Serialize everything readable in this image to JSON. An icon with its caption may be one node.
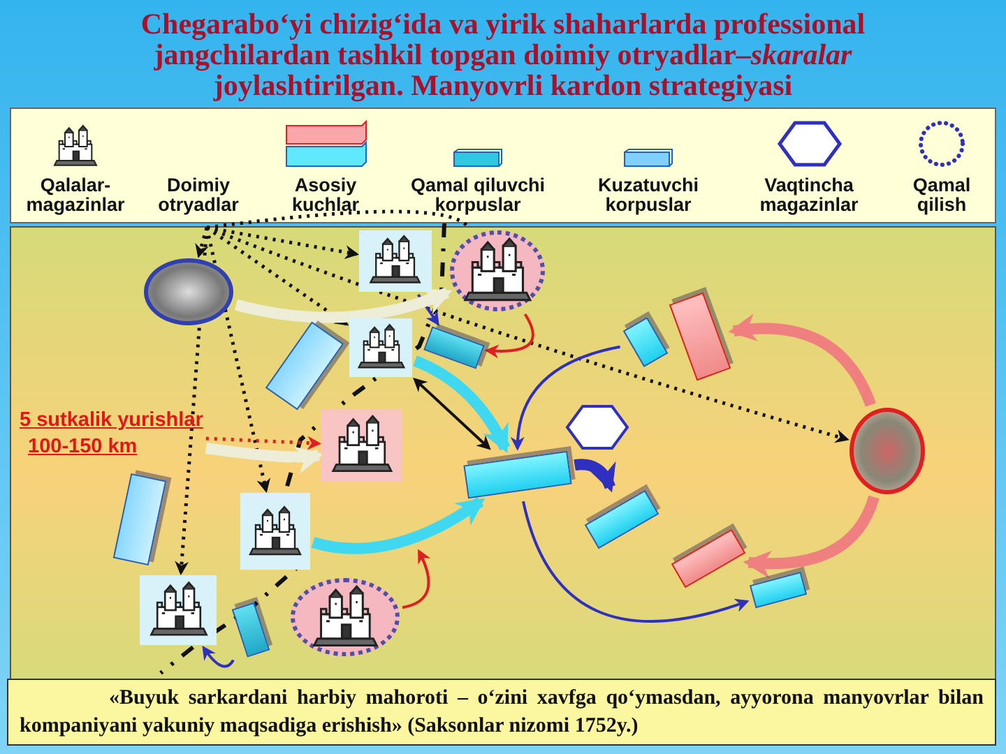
{
  "diagram": {
    "title": "Chegarabo‘yi chizig‘ida va yirik shaharlarda professional jangchilardan tashkil topgan doimiy otryadlar–*skaralar* joylashtirilgan. Manyovrli kardon strategiyasi",
    "caption": "«Buyuk sarkardani harbiy mahoroti – o‘zini xavfga qo‘ymasdan, ayyorona manyovrlar bilan kompaniyani yakuniy maqsadiga erishish» (Saksonlar nizomi 1752y.)",
    "nodes": [
      {
        "text": [],
        "shape": "picture"
      },
      {
        "text": [],
        "shape": "picture"
      },
      {
        "text": [],
        "shape": "picture"
      },
      {
        "text": [],
        "shape": "box"
      },
      {
        "text": [],
        "shape": "picture"
      },
      {
        "text": [],
        "shape": "box"
      },
      {
        "text": [],
        "shape": "box"
      },
      {
        "text": [],
        "shape": "box"
      },
      {
        "text": [
          "5 sutkalik yurishlar",
          "100-150 km"
        ]
      },
      {
        "text": [],
        "shape": "hexagon"
      },
      {
        "text": [],
        "shape": "picture"
      },
      {
        "text": [],
        "shape": "picture"
      },
      {
        "text": [],
        "shape": "box"
      },
      {
        "text": [],
        "shape": "box"
      },
      {
        "text": [],
        "shape": "picture"
      },
      {
        "text": [],
        "shape": "box"
      },
      {
        "text": [],
        "shape": "box"
      },
      {
        "text": [],
        "shape": "box"
      },
      {
        "text": [],
        "shape": "picture"
      },
      {
        "text": [],
        "shape": "picture"
      },
      {
        "text": [],
        "shape": "box"
      }
    ],
    "edges": [
      {
        "from": null,
        "to": 0,
        "arrow": "to",
        "style": "dashed"
      },
      {
        "from": null,
        "to": 1,
        "arrow": "to",
        "style": "dashed"
      },
      {
        "from": null,
        "to": 4,
        "arrow": "to",
        "style": "dashed"
      },
      {
        "from": null,
        "to": 14,
        "arrow": "to",
        "style": "dashed"
      },
      {
        "from": null,
        "to": 18,
        "arrow": "to",
        "style": "dashed"
      },
      {
        "from": null,
        "to": 2,
        "arrow": "none",
        "style": "dashed"
      },
      {
        "from": null,
        "to": 11,
        "arrow": "to",
        "style": "dashed"
      },
      {
        "from": 4,
        "to": 12,
        "arrow": "both"
      },
      {
        "from": 8,
        "to": 10,
        "arrow": "to",
        "style": "dashed",
        "color": "#e02020"
      },
      {
        "from": 2,
        "to": 5,
        "arrow": "to",
        "color": "#e02020"
      },
      {
        "from": 19,
        "to": null,
        "arrow": "to",
        "color": "#e02020"
      },
      {
        "from": 4,
        "to": 12,
        "arrow": "to",
        "style": "thick",
        "color": "#40d8f0"
      },
      {
        "from": 14,
        "to": 12,
        "arrow": "to",
        "style": "thick",
        "color": "#40d8f0"
      },
      {
        "from": 1,
        "to": 5,
        "arrow": "to",
        "color": "#3030c0"
      },
      {
        "from": 7,
        "to": 12,
        "arrow": "to",
        "color": "#3030c0"
      },
      {
        "from": 12,
        "to": 17,
        "arrow": "to",
        "color": "#3030c0"
      },
      {
        "from": 20,
        "to": 18,
        "arrow": "to",
        "color": "#3030c0"
      },
      {
        "from": 12,
        "to": 15,
        "arrow": "to",
        "style": "thick",
        "color": "#3030c0"
      },
      {
        "from": 11,
        "to": 6,
        "arrow": "to",
        "style": "thick",
        "color": "#f08080"
      },
      {
        "from": 11,
        "to": 16,
        "arrow": "to",
        "style": "thick",
        "color": "#f08080"
      },
      {
        "from": 0,
        "to": 2,
        "arrow": "to",
        "style": "thick",
        "color": "#eeeed8"
      },
      {
        "from": 8,
        "to": 10,
        "arrow": "to",
        "style": "thick",
        "color": "#eeeed8"
      }
    ],
    "legend": [
      {
        "text": "Qalalar-magazinlar"
      },
      {
        "text": "Doimiy otryadlar"
      },
      {
        "text": "Asosiy kuchlar"
      },
      {
        "text": "Qamal qiluvchi korpuslar"
      },
      {
        "text": "Kuzatuvchi korpuslar"
      },
      {
        "text": "Vaqtincha magazinlar"
      },
      {
        "text": "Qamal qilish"
      }
    ]
  }
}
